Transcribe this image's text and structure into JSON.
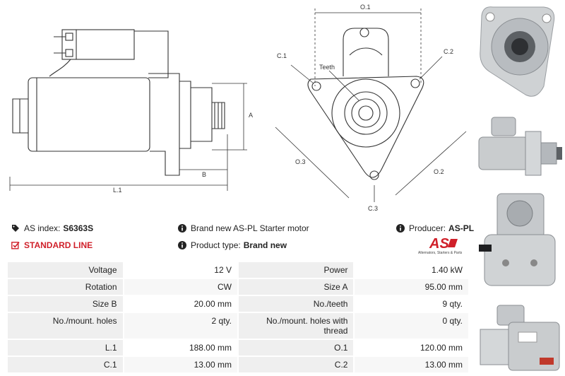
{
  "drawing": {
    "labels": {
      "A": "A",
      "B": "B",
      "L1": "L.1",
      "O1": "O.1",
      "O2": "O.2",
      "O3": "O.3",
      "C1": "C.1",
      "C2": "C.2",
      "C3": "C.3",
      "teeth": "Teeth"
    }
  },
  "info": {
    "as_index_label": "AS index:",
    "as_index_value": "S6363S",
    "line": "STANDARD LINE",
    "description": "Brand new AS-PL Starter motor",
    "product_type_label": "Product type:",
    "product_type_value": "Brand new",
    "producer_label": "Producer:",
    "producer_value": "AS-PL"
  },
  "logo": {
    "mark": "AS",
    "tagline": "Alternators, Starters & Parts"
  },
  "specs": [
    {
      "l1": "Voltage",
      "v1": "12 V",
      "l2": "Power",
      "v2": "1.40 kW"
    },
    {
      "l1": "Rotation",
      "v1": "CW",
      "l2": "Size A",
      "v2": "95.00 mm"
    },
    {
      "l1": "Size B",
      "v1": "20.00 mm",
      "l2": "No./teeth",
      "v2": "9 qty."
    },
    {
      "l1": "No./mount. holes",
      "v1": "2 qty.",
      "l2": "No./mount. holes with thread",
      "v2": "0 qty."
    },
    {
      "l1": "L.1",
      "v1": "188.00 mm",
      "l2": "O.1",
      "v2": "120.00 mm"
    },
    {
      "l1": "C.1",
      "v1": "13.00 mm",
      "l2": "C.2",
      "v2": "13.00 mm"
    }
  ],
  "colors": {
    "accent": "#d0202a",
    "table_bg": "#efefef"
  },
  "icons": [
    "tag-icon",
    "info-icon",
    "check-square-icon"
  ]
}
